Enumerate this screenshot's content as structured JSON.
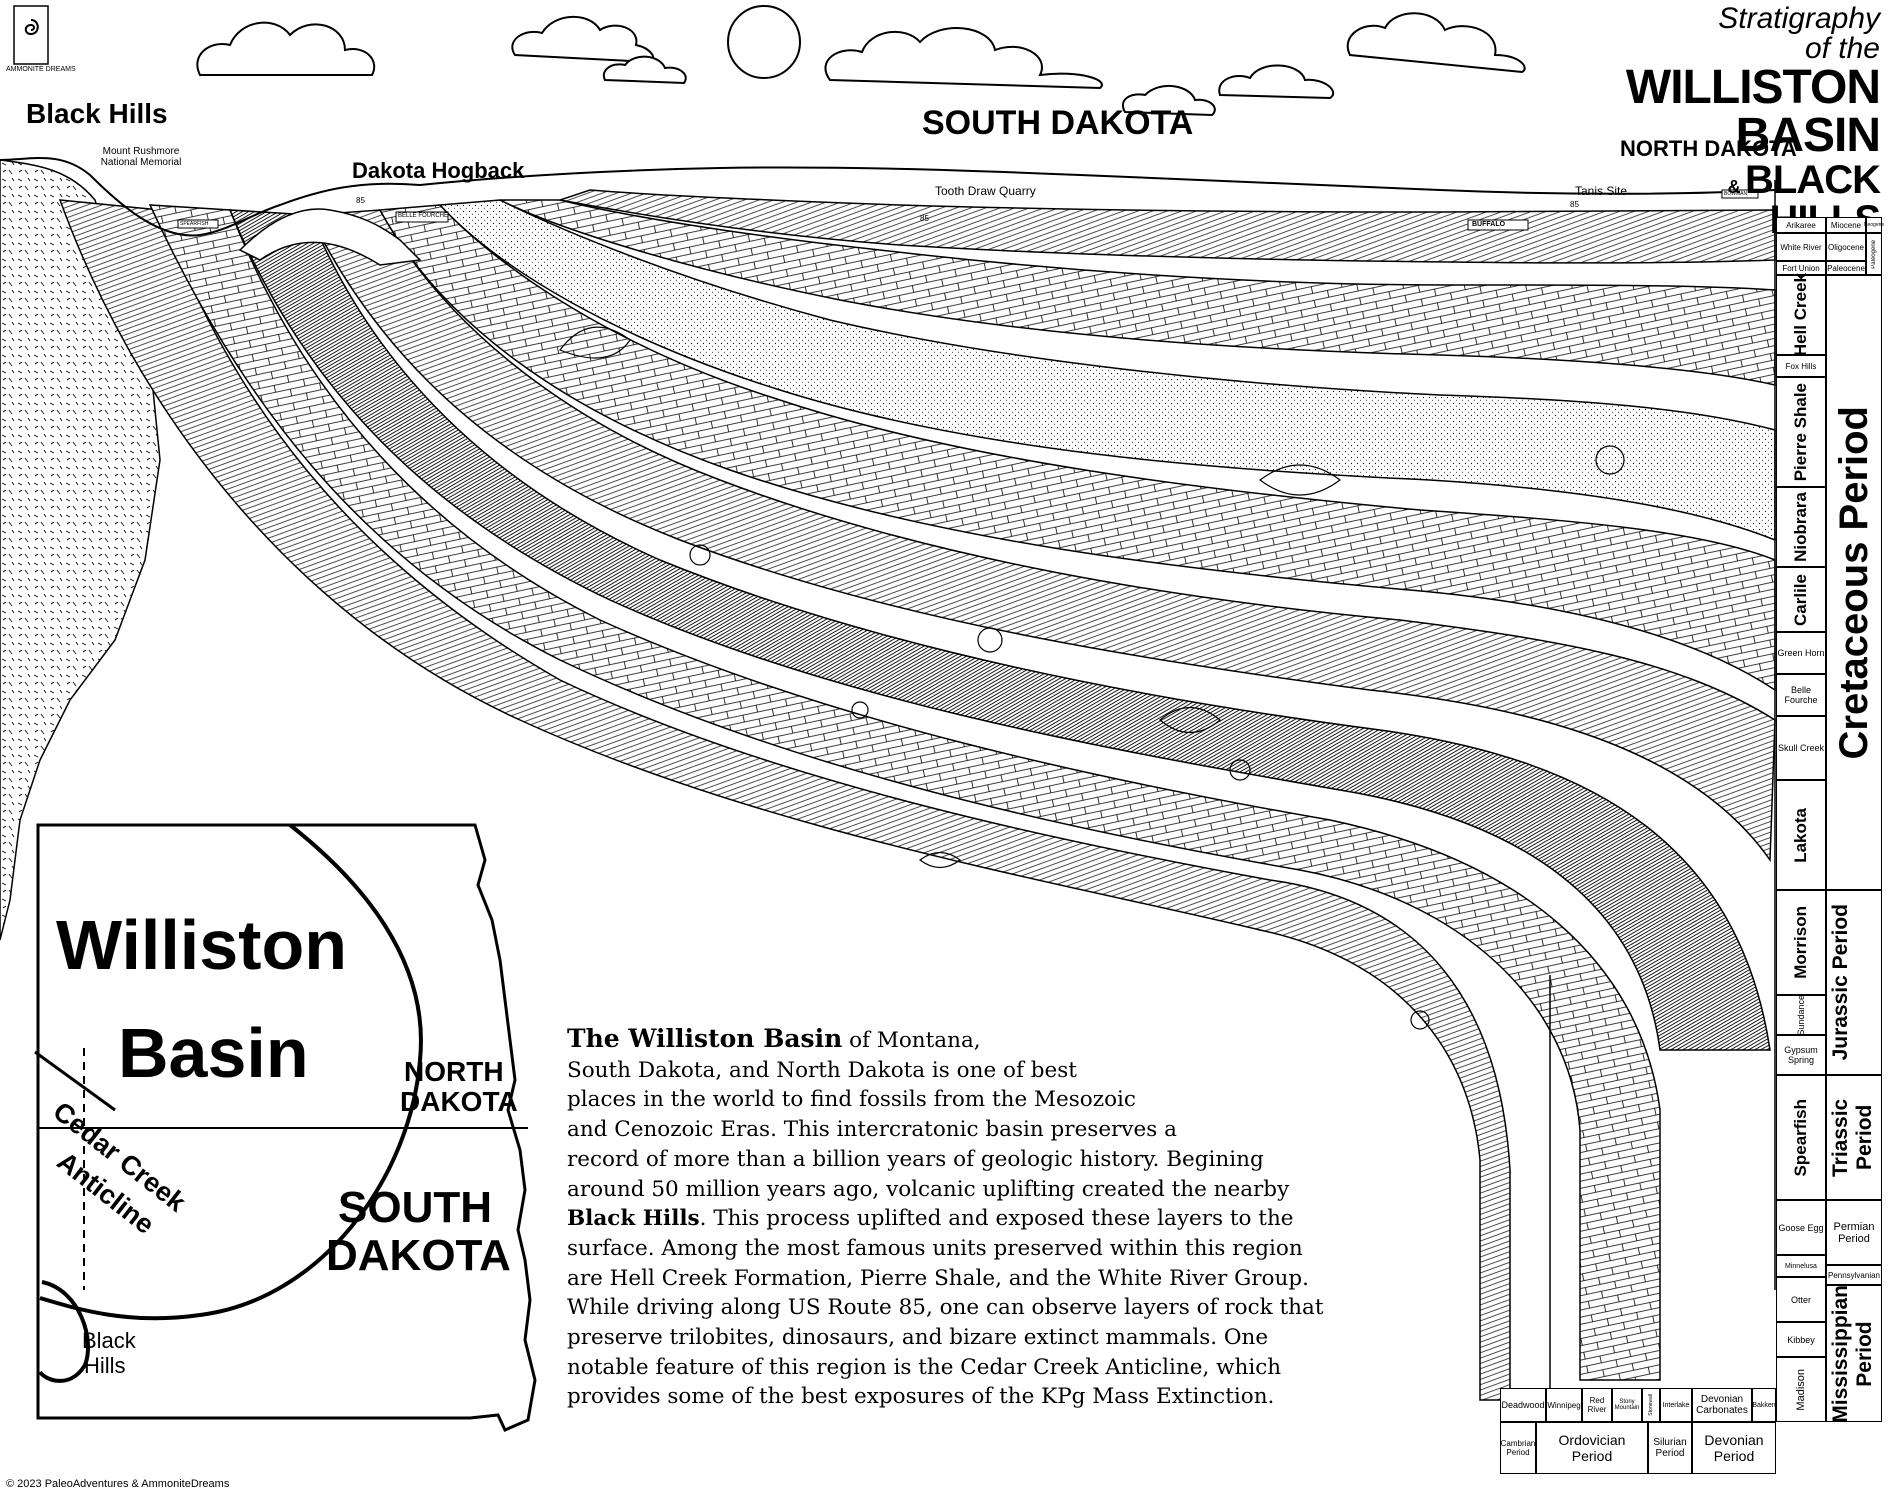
{
  "logo": {
    "text": "AMMONITE DREAMS"
  },
  "title": {
    "line1": "Stratigraphy",
    "line2": "of the",
    "line3": "WILLISTON",
    "line4": "BASIN",
    "amp": "&",
    "line5": "BLACK",
    "line6": "HILLS"
  },
  "places": {
    "black_hills": "Black Hills",
    "mount_rushmore": "Mount Rushmore National Memorial",
    "dakota_hogback": "Dakota Hogback",
    "south_dakota": "SOUTH DAKOTA",
    "north_dakota": "NORTH DAKOTA",
    "tooth_draw": "Tooth Draw Quarry",
    "tanis": "Tanis Site",
    "belle_fourche_sign": "BELLE FOURCHE",
    "buffalo_sign": "BUFFALO",
    "bowman_sign": "BOWMAN",
    "spearfish_sign": "SPEARFISH",
    "route1": "85",
    "route2": "85",
    "route3": "85"
  },
  "map": {
    "basin1": "Williston",
    "basin2": "Basin",
    "north1": "NORTH",
    "north2": "DAKOTA",
    "south1": "SOUTH",
    "south2": "DAKOTA",
    "cedar1": "Cedar Creek",
    "cedar2": "Anticline",
    "hills1": "Black",
    "hills2": "Hills"
  },
  "description": {
    "lead_bold": "The Williston Basin",
    "line1_rest": " of Montana,",
    "line2": "South Dakota, and North Dakota is one of best",
    "line3": "places in the world to find fossils from the Mesozoic",
    "line4": "and Cenozoic Eras.  This intercratonic basin preserves a",
    "line5": "record of more than a billion years of geologic history. Begining",
    "line6": "around 50 million years ago, volcanic uplifting created the nearby",
    "line7_bold": "Black Hills",
    "line7_rest": ". This process uplifted and exposed these layers to the",
    "line8": "surface. Among the most famous units preserved within this region",
    "line9": "are Hell Creek Formation, Pierre Shale, and the White River Group.",
    "line10": "While driving along US Route 85, one can observe layers of rock that",
    "line11": "preserve trilobites, dinosaurs, and bizare extinct mammals. One",
    "line12": "notable feature of this region is the Cedar Creek Anticline, which",
    "line13": "provides some of the best exposures of the KPg Mass Extinction."
  },
  "copyright": "© 2023 PaleoAdventures & AmmoniteDreams",
  "strat_column": {
    "top_units": [
      {
        "formation": "Arikaree",
        "epoch": "Miocene",
        "extra": "Neogene"
      },
      {
        "formation": "White River",
        "epoch": "Oligocene",
        "extra": "Paleogene"
      },
      {
        "formation": "Fort Union",
        "epoch": "Paleocene",
        "extra": ""
      }
    ],
    "formations": [
      "Hell Creek",
      "Fox Hills",
      "Pierre Shale",
      "Niobrara",
      "Carlile",
      "Green Horn",
      "Belle Fourche",
      "Skull Creek",
      "Lakota",
      "Morrison",
      "Sundance",
      "Gypsum Spring",
      "Spearfish",
      "Goose Egg",
      "Minnelusa",
      "Otter",
      "Kibbey",
      "Madison"
    ],
    "periods": [
      "Cretaceous Period",
      "Jurassic Period",
      "Triassic Period",
      "Permian Period",
      "Pennsylvanian",
      "Mississippian Period"
    ],
    "bottom_formations": [
      "Deadwood",
      "Winnipeg",
      "Red River",
      "Stony Mountain",
      "Stonewall",
      "Interlake",
      "Devonian Carbonates",
      "Bakken"
    ],
    "bottom_periods": [
      "Cambrian Period",
      "Ordovician Period",
      "Silurian Period",
      "Devonian Period"
    ]
  }
}
